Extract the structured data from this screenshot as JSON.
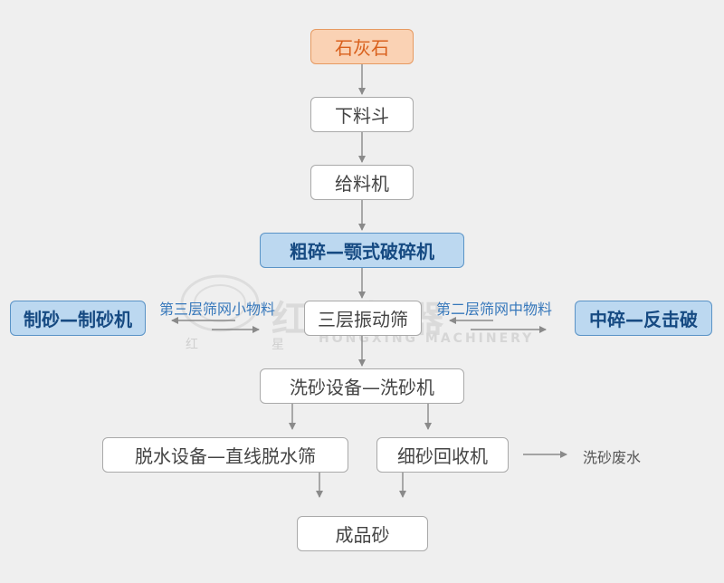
{
  "flow": {
    "n1": "石灰石",
    "n2": "下料斗",
    "n3": "给料机",
    "n4": "粗碎—颚式破碎机",
    "n5": "三层振动筛",
    "n6": "洗砂设备—洗砂机",
    "n7": "脱水设备—直线脱水筛",
    "n8": "细砂回收机",
    "n9": "成品砂",
    "left_branch": "制砂—制砂机",
    "right_branch": "中碎—反击破",
    "left_label": "第三层筛网小物料",
    "right_label": "第二层筛网中物料",
    "waste_label": "洗砂废水"
  },
  "watermark": {
    "cn": "红星机器",
    "en": "HONGXING MACHINERY",
    "small_left": "红",
    "small_right": "星"
  },
  "colors": {
    "background": "#efefef",
    "highlight_orange": "#fad2b4",
    "highlight_blue": "#bcd8f0",
    "arrow": "#8a8a8a"
  }
}
